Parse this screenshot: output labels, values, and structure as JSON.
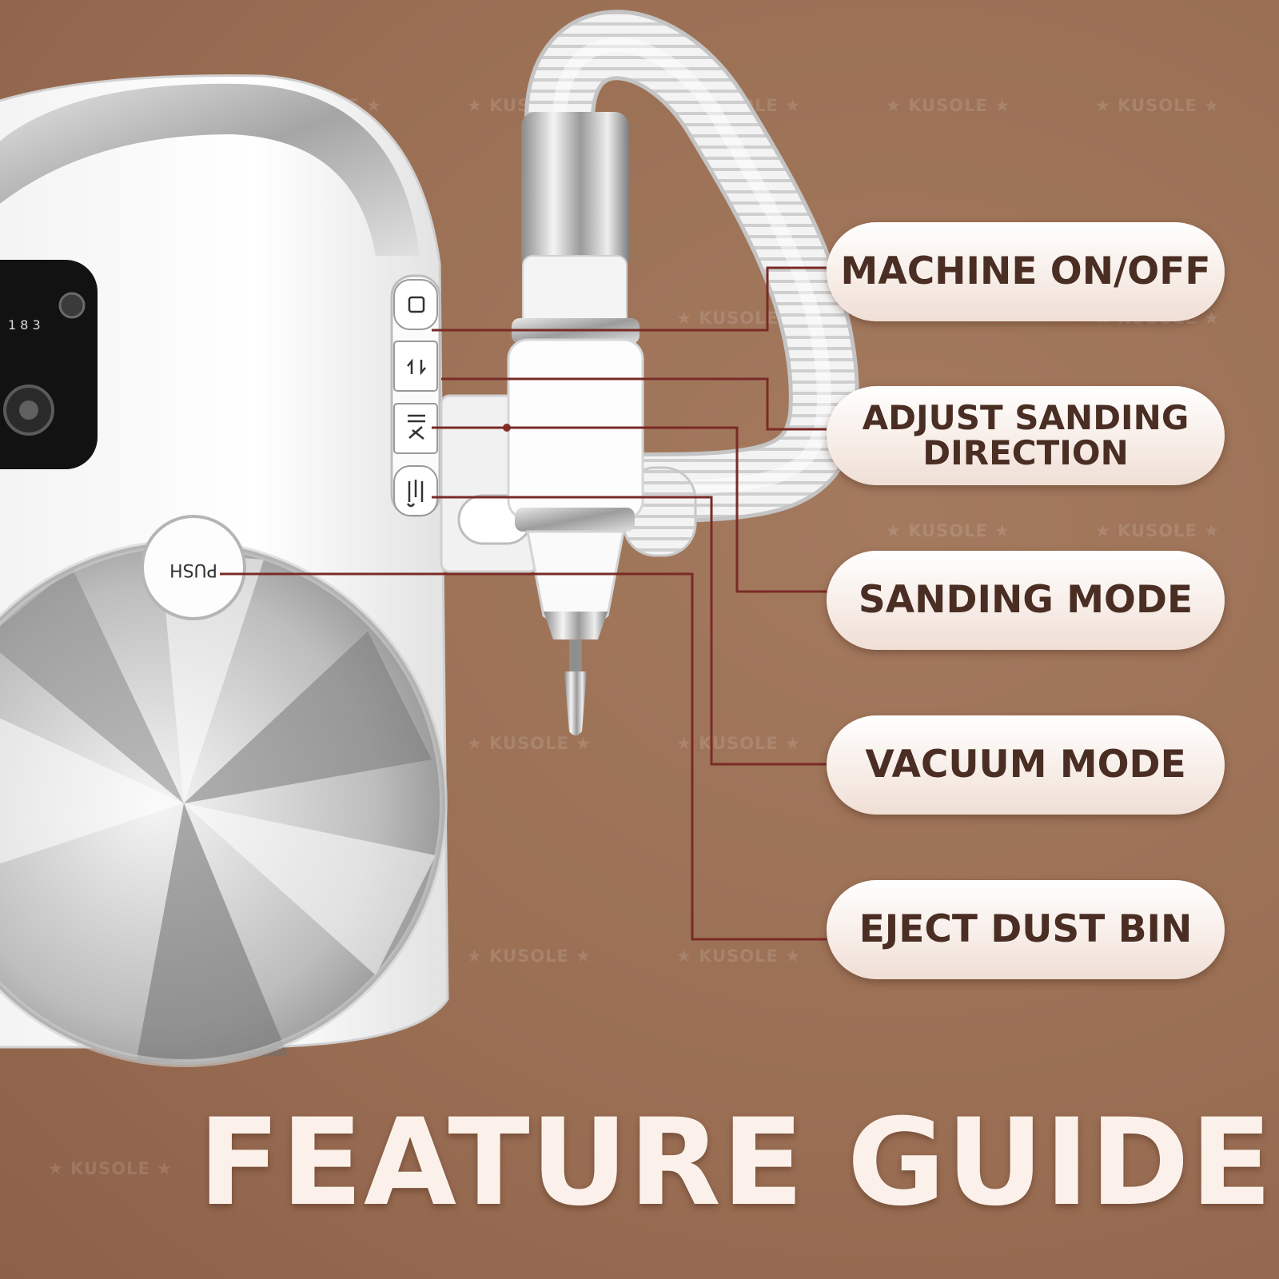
{
  "watermark": "★ KUSOLE ★",
  "device": {
    "push_button_label": "PUSH",
    "display_digits": "1 8 3"
  },
  "callouts": [
    {
      "label": "MACHINE ON/OFF"
    },
    {
      "label": "ADJUST SANDING\nDIRECTION"
    },
    {
      "label": "SANDING MODE"
    },
    {
      "label": "VACUUM MODE"
    },
    {
      "label": "EJECT DUST BIN"
    }
  ],
  "title": "FEATURE GUIDE",
  "colors": {
    "background": "#9d7257",
    "pill_text": "#4a2e24",
    "leader_line": "#7a2a26",
    "title_text": "#fbf1ea"
  },
  "icons": [
    "power-button-icon",
    "direction-switch-icon",
    "sanding-mode-icon",
    "vacuum-mode-icon"
  ]
}
